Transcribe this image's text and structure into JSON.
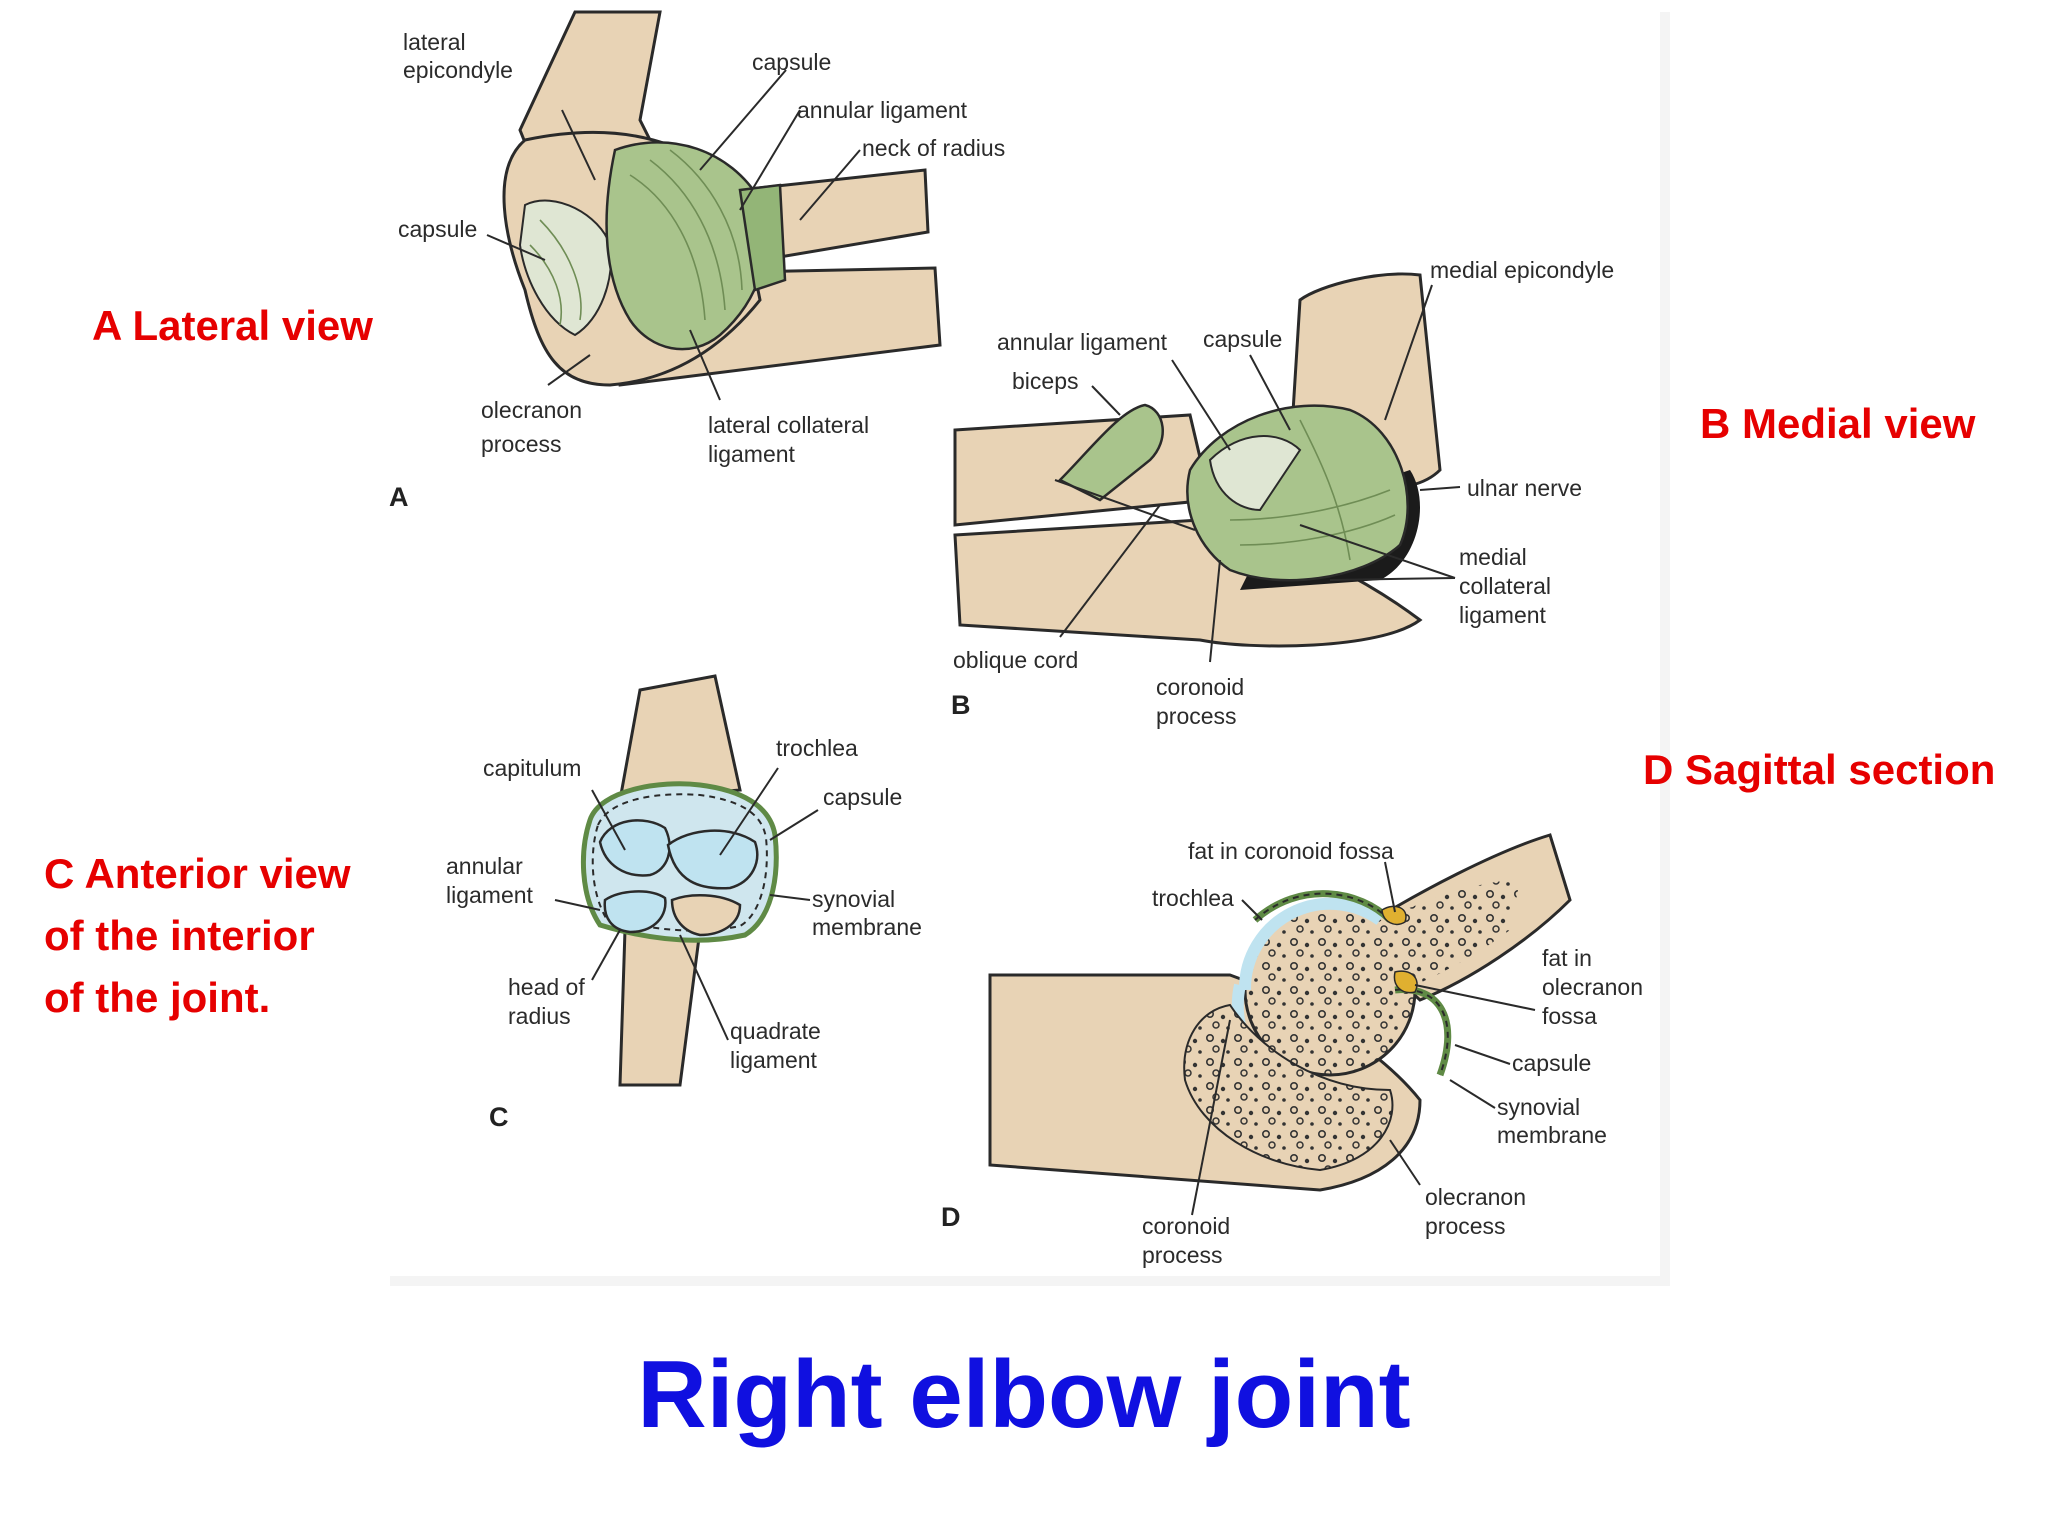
{
  "title": "Right elbow joint",
  "captions": {
    "lateral": "A Lateral view",
    "medial": "B Medial view",
    "sagittal": "D Sagittal section",
    "anterior": [
      "C Anterior view",
      "of the interior",
      "of the joint."
    ]
  },
  "panel_letters": {
    "a": "A",
    "b": "B",
    "c": "C",
    "d": "D"
  },
  "labels_a": {
    "lateral_epicondyle": [
      "lateral",
      "epicondyle"
    ],
    "capsule_top": "capsule",
    "annular_ligament": "annular ligament",
    "neck_of_radius": "neck of radius",
    "capsule_left": "capsule",
    "olecranon_process": [
      "olecranon",
      "process"
    ],
    "lateral_collateral_ligament": [
      "lateral collateral",
      "ligament"
    ]
  },
  "labels_b": {
    "medial_epicondyle": "medial epicondyle",
    "annular_ligament": "annular ligament",
    "capsule": "capsule",
    "biceps": "biceps",
    "ulnar_nerve": "ulnar nerve",
    "medial_collateral_ligament": [
      "medial",
      "collateral",
      "ligament"
    ],
    "oblique_cord": "oblique cord",
    "coronoid_process": [
      "coronoid",
      "process"
    ]
  },
  "labels_c": {
    "capitulum": "capitulum",
    "trochlea": "trochlea",
    "capsule": "capsule",
    "annular_ligament": [
      "annular",
      "ligament"
    ],
    "synovial_membrane": [
      "synovial",
      "membrane"
    ],
    "head_of_radius": [
      "head of",
      "radius"
    ],
    "quadrate_ligament": [
      "quadrate",
      "ligament"
    ]
  },
  "labels_d": {
    "fat_in_coronoid_fossa": "fat in coronoid fossa",
    "trochlea": "trochlea",
    "fat_in_olecranon_fossa": [
      "fat in",
      "olecranon",
      "fossa"
    ],
    "capsule": "capsule",
    "synovial_membrane": [
      "synovial",
      "membrane"
    ],
    "olecranon_process": [
      "olecranon",
      "process"
    ],
    "coronoid_process": [
      "coronoid",
      "process"
    ]
  },
  "colors": {
    "bone": "#e8d3b5",
    "bone_outline": "#2a2a2a",
    "ligament": "#a9c48c",
    "ligament_dark": "#7f9f64",
    "capsule_light": "#dfe6d3",
    "cartilage": "#bfe3f0",
    "caption_red": "#e60000",
    "title_blue": "#1010e0",
    "fat": "#e0b030"
  }
}
